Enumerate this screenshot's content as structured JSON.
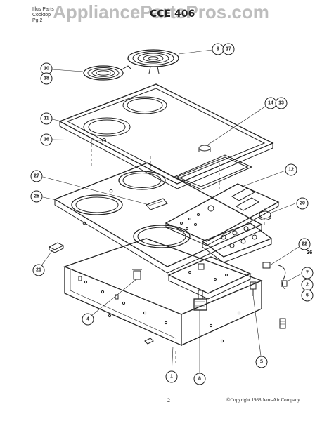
{
  "watermark": "AppliancePartsPros.com",
  "header": {
    "small_line1": "Illus Parts",
    "small_line2": "Cooktop",
    "small_line3": "Pg 2",
    "model": "CCE 406"
  },
  "callouts": [
    "10",
    "18",
    "9",
    "17",
    "11",
    "14",
    "13",
    "16",
    "27",
    "12",
    "25",
    "20",
    "22",
    "26",
    "21",
    "7",
    "2",
    "6",
    "4",
    "5",
    "8",
    "1"
  ],
  "footer": {
    "page_number": "2",
    "copyright": "©Copyright 1988 Jenn-Air Company"
  }
}
